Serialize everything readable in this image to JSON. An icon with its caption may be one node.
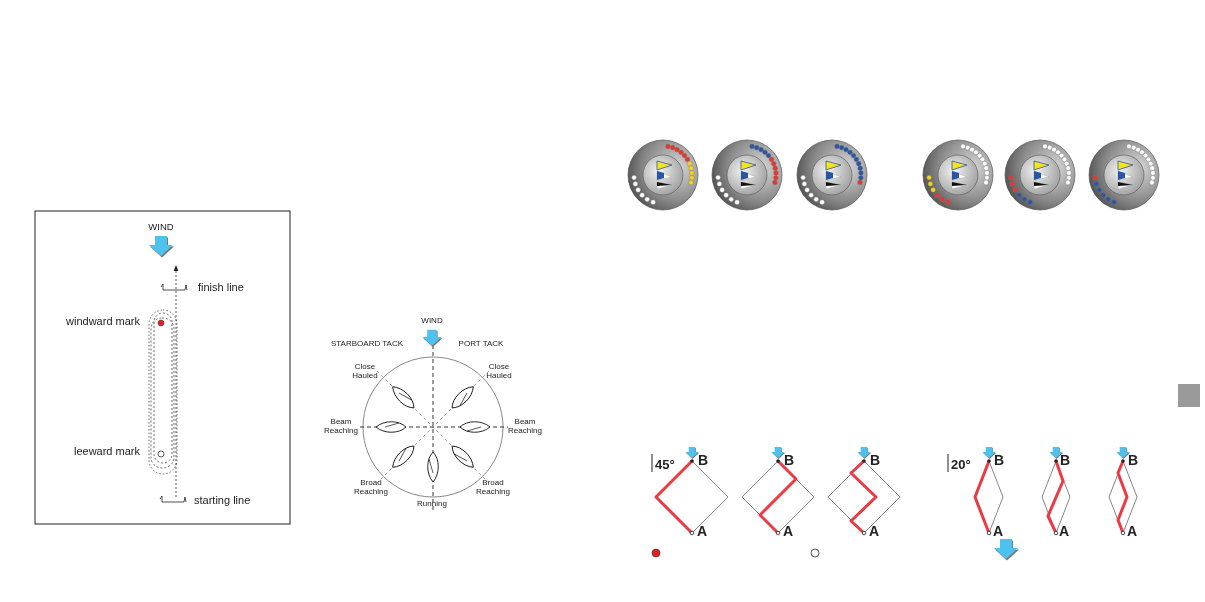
{
  "diagram": {
    "labels": [
      "WIND",
      "finish line",
      "windward mark",
      "leeward mark",
      "starting line",
      "WIND",
      "STARBOARD TACK",
      "PORT TACK",
      "Close Hauled",
      "Close Hauled",
      "Beam Reaching",
      "Beam Reaching",
      "Broad Reaching",
      "Broad Reaching",
      "Running",
      "45°",
      "B",
      "A",
      "B",
      "A",
      "B",
      "A",
      "20°",
      "B",
      "A",
      "B",
      "A",
      "B",
      "A"
    ]
  }
}
